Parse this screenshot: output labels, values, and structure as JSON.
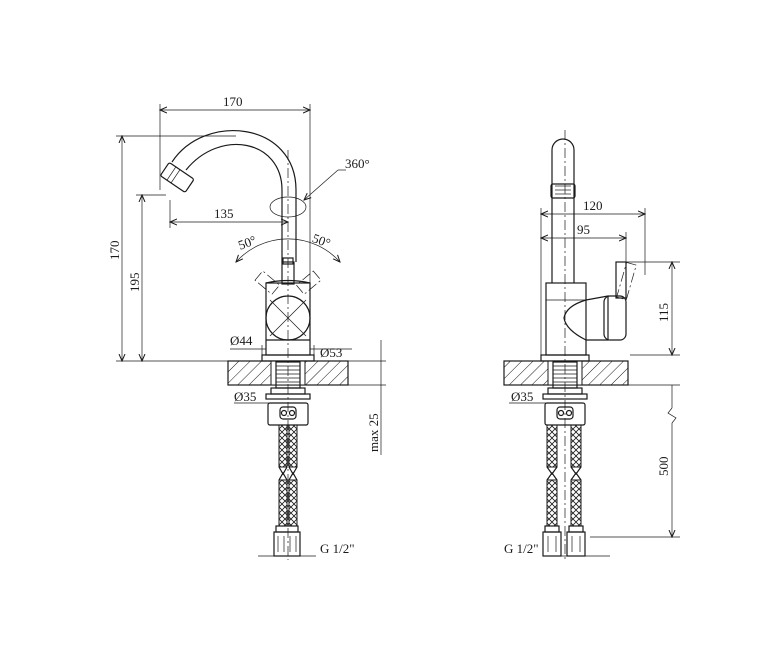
{
  "front_view": {
    "dims": {
      "spout_reach_top": "170",
      "total_height": "170",
      "spout_height": "195",
      "spout_reach": "135",
      "rotation": "360°",
      "lever_angle_left": "50°",
      "lever_angle_right": "50°",
      "body_diameter": "Ø44",
      "base_diameter": "Ø53",
      "mount_hole": "Ø35",
      "max_thickness": "max 25",
      "thread": "G 1/2\""
    }
  },
  "side_view": {
    "dims": {
      "depth_total": "120",
      "depth_body": "95",
      "lever_height": "115",
      "mount_hole": "Ø35",
      "hose_length": "500",
      "thread": "G 1/2\""
    }
  }
}
